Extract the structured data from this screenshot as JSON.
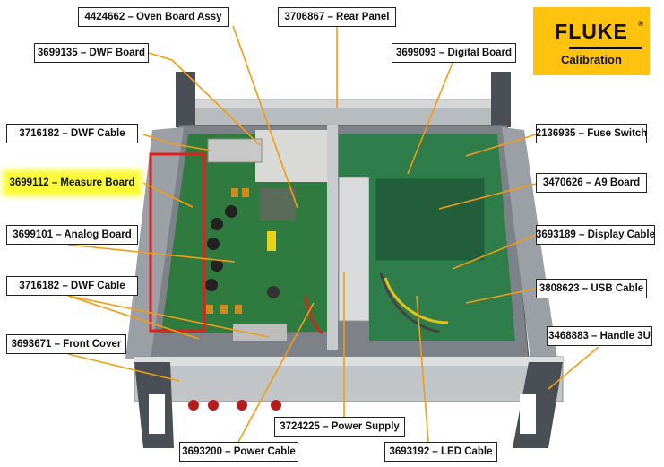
{
  "logo": {
    "brand": "FLUKE",
    "subtitle": "Calibration"
  },
  "labels": [
    {
      "text": "4424662 – Oven Board Assy"
    },
    {
      "text": "3706867 – Rear Panel"
    },
    {
      "text": "3699135 – DWF Board"
    },
    {
      "text": "3699093 – Digital Board"
    },
    {
      "text": "3716182 – DWF Cable"
    },
    {
      "text": "2136935 – Fuse Switch"
    },
    {
      "text": "3699112 – Measure Board"
    },
    {
      "text": "3470626 – A9 Board"
    },
    {
      "text": "3699101 – Analog Board"
    },
    {
      "text": "3693189 – Display Cable"
    },
    {
      "text": "3716182 – DWF Cable"
    },
    {
      "text": "3808623 – USB Cable"
    },
    {
      "text": "3693671 – Front Cover"
    },
    {
      "text": "3468883 – Handle 3U"
    },
    {
      "text": "3724225 – Power Supply"
    },
    {
      "text": "3693200 – Power Cable"
    },
    {
      "text": "3693192 – LED Cable"
    }
  ],
  "colors": {
    "leader": "#f39c12",
    "highlight": "#fbfb3a",
    "frame": "#e02020",
    "logo_bg": "#ffc20e"
  }
}
